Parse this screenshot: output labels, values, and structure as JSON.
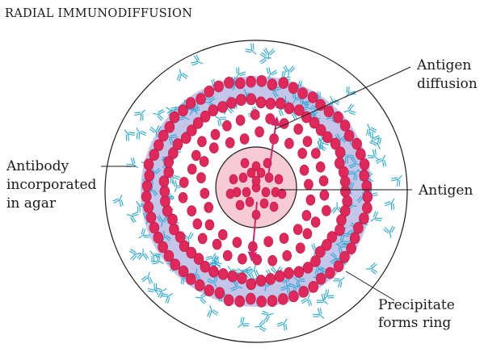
{
  "title": "RADIAL IMMUNODIFFUSION",
  "labels": {
    "antigen_diffusion": [
      "Antigen",
      "diffusion"
    ],
    "antibody": [
      "Antibody",
      "incorporated",
      "in agar"
    ],
    "antigen": [
      "Antigen"
    ],
    "precipitate": [
      "Precipitate",
      "forms ring"
    ]
  },
  "colors": {
    "ring": "#c4c6e9",
    "antigen_dot": "#e0285a",
    "antigen_dot_edge": "#b01842",
    "antibody": "#27a6d8",
    "center_well": "#f7cbd6",
    "arrow": "#d4266a",
    "outline": "#1a1a1a"
  },
  "icons": {
    "antigen": "red-dot",
    "antibody": "y-shape"
  }
}
